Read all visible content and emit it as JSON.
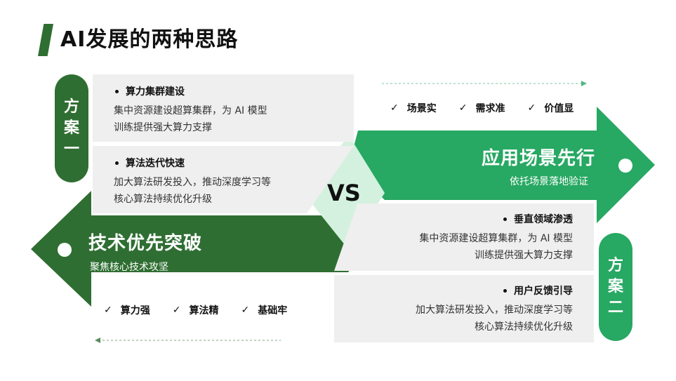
{
  "slide": {
    "title": "AI发展的两种思路",
    "vs_label": "VS"
  },
  "plan_one": {
    "badge_chars": [
      "方",
      "案",
      "一"
    ],
    "cards": [
      {
        "heading": "算力集群建设",
        "lines": [
          "集中资源建设超算集群，为 AI 模型",
          "训练提供强大算力支撑"
        ]
      },
      {
        "heading": "算法迭代快速",
        "lines": [
          "加大算法研发投入，推动深度学习等",
          "核心算法持续优化升级"
        ]
      }
    ],
    "arrow": {
      "title": "技术优先突破",
      "subtitle": "聚焦核心技术攻坚"
    },
    "tags": [
      "算力强",
      "算法精",
      "基础牢"
    ]
  },
  "plan_two": {
    "badge_chars": [
      "方",
      "案",
      "二"
    ],
    "cards": [
      {
        "heading": "垂直领域渗透",
        "lines": [
          "集中资源建设超算集群，为 AI 模型",
          "训练提供强大算力支撑"
        ]
      },
      {
        "heading": "用户反馈引导",
        "lines": [
          "加大算法研发投入，推动深度学习等",
          "核心算法持续优化升级"
        ]
      }
    ],
    "arrow": {
      "title": "应用场景先行",
      "subtitle": "依托场景落地验证"
    },
    "tags": [
      "场景实",
      "需求准",
      "价值显"
    ]
  },
  "colors": {
    "dark_green": "#2f6e32",
    "bright_green": "#27a863",
    "light_green": "#d4f1df",
    "card_gray": "#efefef"
  },
  "icons": {
    "check": "check-icon",
    "bullet": "bullet-icon",
    "arrow_left": "arrow-left-icon",
    "arrow_right": "arrow-right-icon"
  }
}
